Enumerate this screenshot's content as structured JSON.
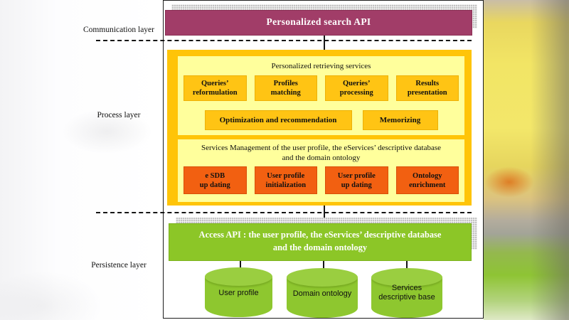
{
  "diagram": {
    "layer_labels": {
      "communication": "Communication layer",
      "process": "Process layer",
      "persistence": "Persistence layer"
    },
    "communication": {
      "search_api": "Personalized search API"
    },
    "process": {
      "retrieving": {
        "title": "Personalized retrieving services",
        "services": [
          {
            "line1": "Queries’",
            "line2": "reformulation"
          },
          {
            "line1": "Profiles",
            "line2": "matching"
          },
          {
            "line1": "Queries’",
            "line2": "processing"
          },
          {
            "line1": "Results",
            "line2": "presentation"
          }
        ],
        "wide_services": [
          {
            "label": "Optimization and recommendation"
          },
          {
            "label": "Memorizing"
          }
        ]
      },
      "management": {
        "title_line1": "Services Management of the user profile, the eServices’ descriptive database",
        "title_line2": "and the domain ontology",
        "services": [
          {
            "line1": "e SDB",
            "line2": "up dating"
          },
          {
            "line1": "User profile",
            "line2": "initialization"
          },
          {
            "line1": "User profile",
            "line2": "up dating"
          },
          {
            "line1": "Ontology",
            "line2": "enrichment"
          }
        ]
      }
    },
    "persistence": {
      "access_api_line1": "Access API : the user profile, the eServices’ descriptive database",
      "access_api_line2": "and the domain ontology",
      "databases": [
        {
          "line1": "User profile",
          "line2": ""
        },
        {
          "line1": "Domain ontology",
          "line2": ""
        },
        {
          "line1": "Services",
          "line2": "descriptive base"
        }
      ]
    },
    "colors": {
      "maroon": "#A13D68",
      "gold": "#FFC408",
      "light_yellow": "#FFFF9C",
      "orange": "#F26011",
      "green": "#8CC627",
      "shadow_gray": "#C3C3C3"
    }
  }
}
